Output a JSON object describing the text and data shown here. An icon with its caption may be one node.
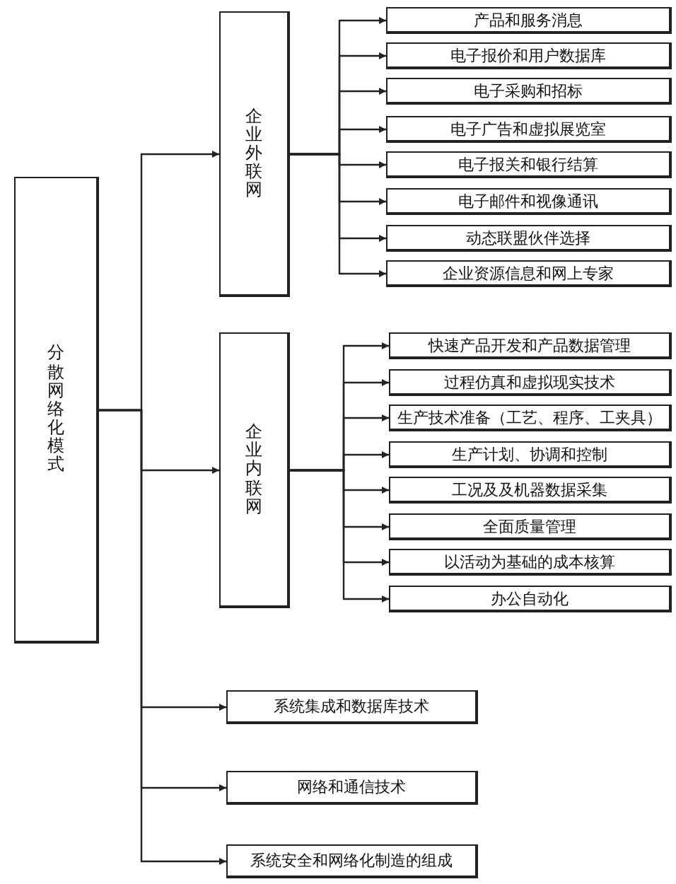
{
  "diagram": {
    "nodes": [
      {
        "text": [
          "分散网络化模式"
        ]
      },
      {
        "text": [
          "企业外联网"
        ]
      },
      {
        "text": [
          "产品和服务消息"
        ]
      },
      {
        "text": [
          "电子报价和用户数据库"
        ]
      },
      {
        "text": [
          "电子采购和招标"
        ]
      },
      {
        "text": [
          "电子广告和虚拟展览室"
        ]
      },
      {
        "text": [
          "电子报关和银行结算"
        ]
      },
      {
        "text": [
          "电子邮件和视像通讯"
        ]
      },
      {
        "text": [
          "动态联盟伙伴选择"
        ]
      },
      {
        "text": [
          "企业资源信息和网上专家"
        ]
      },
      {
        "text": [
          "企业内联网"
        ]
      },
      {
        "text": [
          "快速产品开发和产品数据管理"
        ]
      },
      {
        "text": [
          "过程仿真和虚拟现实技术"
        ]
      },
      {
        "text": [
          "生产技术准备（工艺、程序、工夹具）"
        ]
      },
      {
        "text": [
          "生产计划、协调和控制"
        ]
      },
      {
        "text": [
          "工况及及机器数据采集"
        ]
      },
      {
        "text": [
          "全面质量管理"
        ]
      },
      {
        "text": [
          "以活动为基础的成本核算"
        ]
      },
      {
        "text": [
          "办公自动化"
        ]
      },
      {
        "text": [
          "系统集成和数据库技术"
        ]
      },
      {
        "text": [
          "网络和通信技术"
        ]
      },
      {
        "text": [
          "系统安全和网络化制造的组成"
        ]
      }
    ],
    "edges": [
      {
        "from": 0,
        "to": 1,
        "arrow": "to"
      },
      {
        "from": 0,
        "to": 10,
        "arrow": "to"
      },
      {
        "from": 0,
        "to": 19,
        "arrow": "to"
      },
      {
        "from": 0,
        "to": 20,
        "arrow": "to"
      },
      {
        "from": 0,
        "to": 21,
        "arrow": "to"
      },
      {
        "from": 1,
        "to": 2,
        "arrow": "to"
      },
      {
        "from": 1,
        "to": 3,
        "arrow": "to"
      },
      {
        "from": 1,
        "to": 4,
        "arrow": "to"
      },
      {
        "from": 1,
        "to": 5,
        "arrow": "to"
      },
      {
        "from": 1,
        "to": 6,
        "arrow": "to"
      },
      {
        "from": 1,
        "to": 7,
        "arrow": "to"
      },
      {
        "from": 1,
        "to": 8,
        "arrow": "to"
      },
      {
        "from": 1,
        "to": 9,
        "arrow": "to"
      },
      {
        "from": 10,
        "to": 11,
        "arrow": "to"
      },
      {
        "from": 10,
        "to": 12,
        "arrow": "to"
      },
      {
        "from": 10,
        "to": 13,
        "arrow": "to"
      },
      {
        "from": 10,
        "to": 14,
        "arrow": "to"
      },
      {
        "from": 10,
        "to": 15,
        "arrow": "to"
      },
      {
        "from": 10,
        "to": 16,
        "arrow": "to"
      },
      {
        "from": 10,
        "to": 17,
        "arrow": "to"
      },
      {
        "from": 10,
        "to": 18,
        "arrow": "to"
      }
    ]
  }
}
